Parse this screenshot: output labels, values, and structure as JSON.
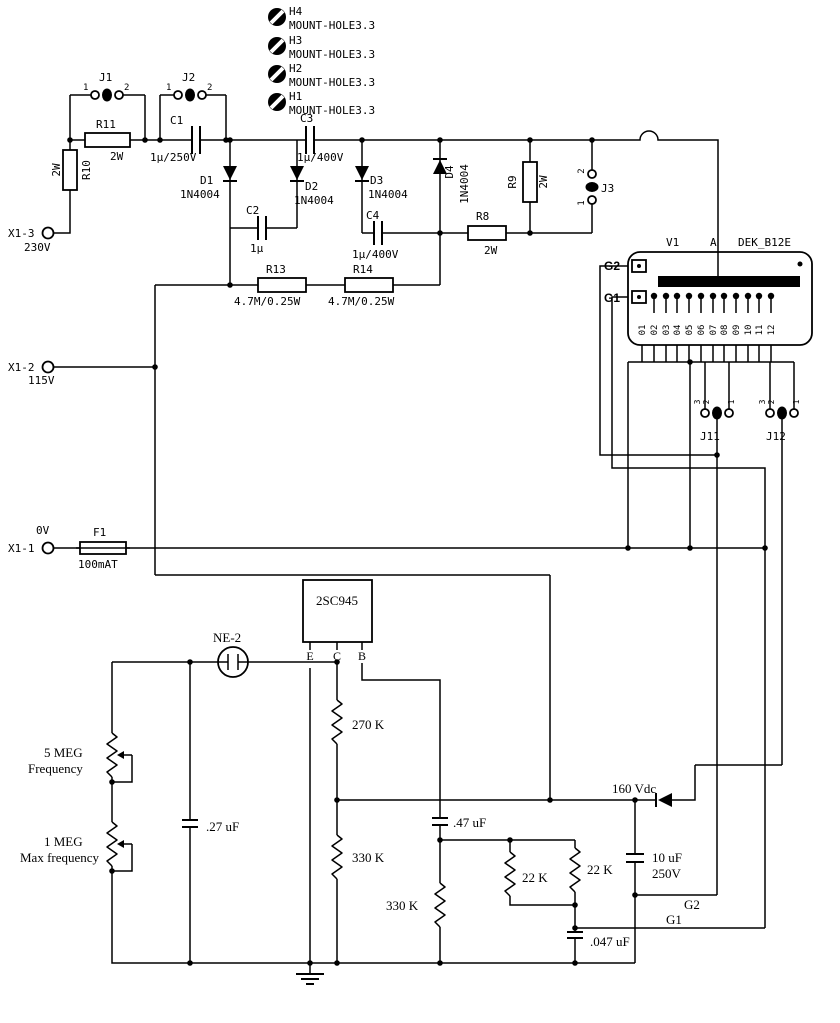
{
  "connectors": {
    "x1_3_ref": "X1-3",
    "x1_3_v": "230V",
    "x1_2_ref": "X1-2",
    "x1_2_v": "115V",
    "x1_1_ref": "X1-1",
    "x1_1_v": "0V"
  },
  "fuse": {
    "ref": "F1",
    "value": "100mAT"
  },
  "mount_holes": [
    {
      "ref": "H4",
      "value": "MOUNT-HOLE3.3"
    },
    {
      "ref": "H3",
      "value": "MOUNT-HOLE3.3"
    },
    {
      "ref": "H2",
      "value": "MOUNT-HOLE3.3"
    },
    {
      "ref": "H1",
      "value": "MOUNT-HOLE3.3"
    }
  ],
  "jumpers": {
    "j1": {
      "ref": "J1",
      "p1": "1",
      "p2": "2"
    },
    "j2": {
      "ref": "J2",
      "p1": "1",
      "p2": "2"
    },
    "j3": {
      "ref": "J3",
      "p1": "1",
      "p2": "2"
    },
    "j11": {
      "ref": "J11",
      "p1": "1",
      "p2": "2",
      "p3": "3"
    },
    "j12": {
      "ref": "J12",
      "p1": "1",
      "p2": "2",
      "p3": "3"
    }
  },
  "resistors": {
    "r8": {
      "ref": "R8",
      "value": "2W"
    },
    "r9": {
      "ref": "R9",
      "value": "2W"
    },
    "r10": {
      "ref": "R10",
      "value": "2W"
    },
    "r11": {
      "ref": "R11",
      "value": "2W"
    },
    "r13": {
      "ref": "R13",
      "value": "4.7M/0.25W"
    },
    "r14": {
      "ref": "R14",
      "value": "4.7M/0.25W"
    }
  },
  "capacitors": {
    "c1": {
      "ref": "C1",
      "value": "1µ/250V"
    },
    "c2": {
      "ref": "C2",
      "value": "1µ"
    },
    "c3": {
      "ref": "C3",
      "value": "1µ/400V"
    },
    "c4": {
      "ref": "C4",
      "value": "1µ/400V"
    }
  },
  "diodes": {
    "d1": {
      "ref": "D1",
      "value": "1N4004"
    },
    "d2": {
      "ref": "D2",
      "value": "1N4004"
    },
    "d3": {
      "ref": "D3",
      "value": "1N4004"
    },
    "d4": {
      "ref": "D4",
      "value": "1N4004"
    }
  },
  "tube": {
    "ref": "V1",
    "anode": "A",
    "part": "DEK_B12E",
    "g2": "G2",
    "g1": "G1",
    "pins": [
      "01",
      "02",
      "03",
      "04",
      "05",
      "06",
      "07",
      "08",
      "09",
      "10",
      "11",
      "12"
    ]
  },
  "lower": {
    "transistor": "2SC945",
    "pin_e": "E",
    "pin_c": "C",
    "pin_b": "B",
    "neon": "NE-2",
    "pot1_value": "5 MEG",
    "pot1_label": "Frequency",
    "pot2_value": "1 MEG",
    "pot2_label": "Max frequency",
    "c27": ".27 uF",
    "r270": "270 K",
    "r330a": "330 K",
    "c47": ".47 uF",
    "r330b": "330 K",
    "r22a": "22 K",
    "r22b": "22 K",
    "supply": "160 Vdc",
    "c10": "10 uF",
    "c10v": "250V",
    "g2": "G2",
    "g1": "G1",
    "c047": ".047 uF"
  }
}
